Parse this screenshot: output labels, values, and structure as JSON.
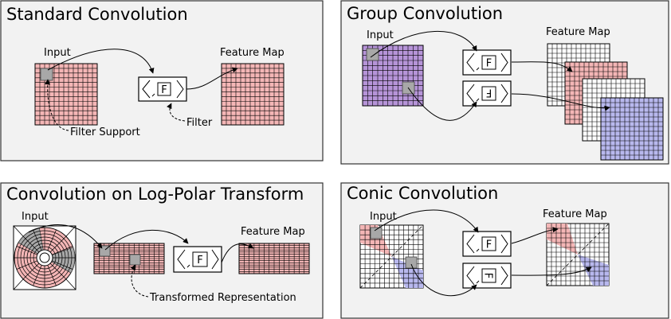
{
  "panels": {
    "standard": {
      "title": "Standard Convolution",
      "input_label": "Input",
      "feature_map_label": "Feature Map",
      "filter_support_label": "Filter Support",
      "filter_label": "Filter",
      "filter_glyph": "F"
    },
    "group": {
      "title": "Group Convolution",
      "input_label": "Input",
      "feature_map_label": "Feature Map",
      "filter_glyph_1": "F",
      "filter_glyph_2": "F"
    },
    "logpolar": {
      "title": "Convolution on Log-Polar Transform",
      "input_label": "Input",
      "feature_map_label": "Feature Map",
      "transformed_label": "Transformed Representation",
      "filter_glyph": "F"
    },
    "conic": {
      "title": "Conic Convolution",
      "input_label": "Input",
      "feature_map_label": "Feature Map",
      "filter_glyph_1": "F",
      "filter_glyph_2": "F"
    }
  },
  "colors": {
    "panel_bg": "#f2f2f2",
    "pink": "#f4b6b6",
    "purple": "#b694d8",
    "lavender": "#b8b8ee",
    "gray": "#a8a8a8",
    "grid_line": "#000000"
  }
}
